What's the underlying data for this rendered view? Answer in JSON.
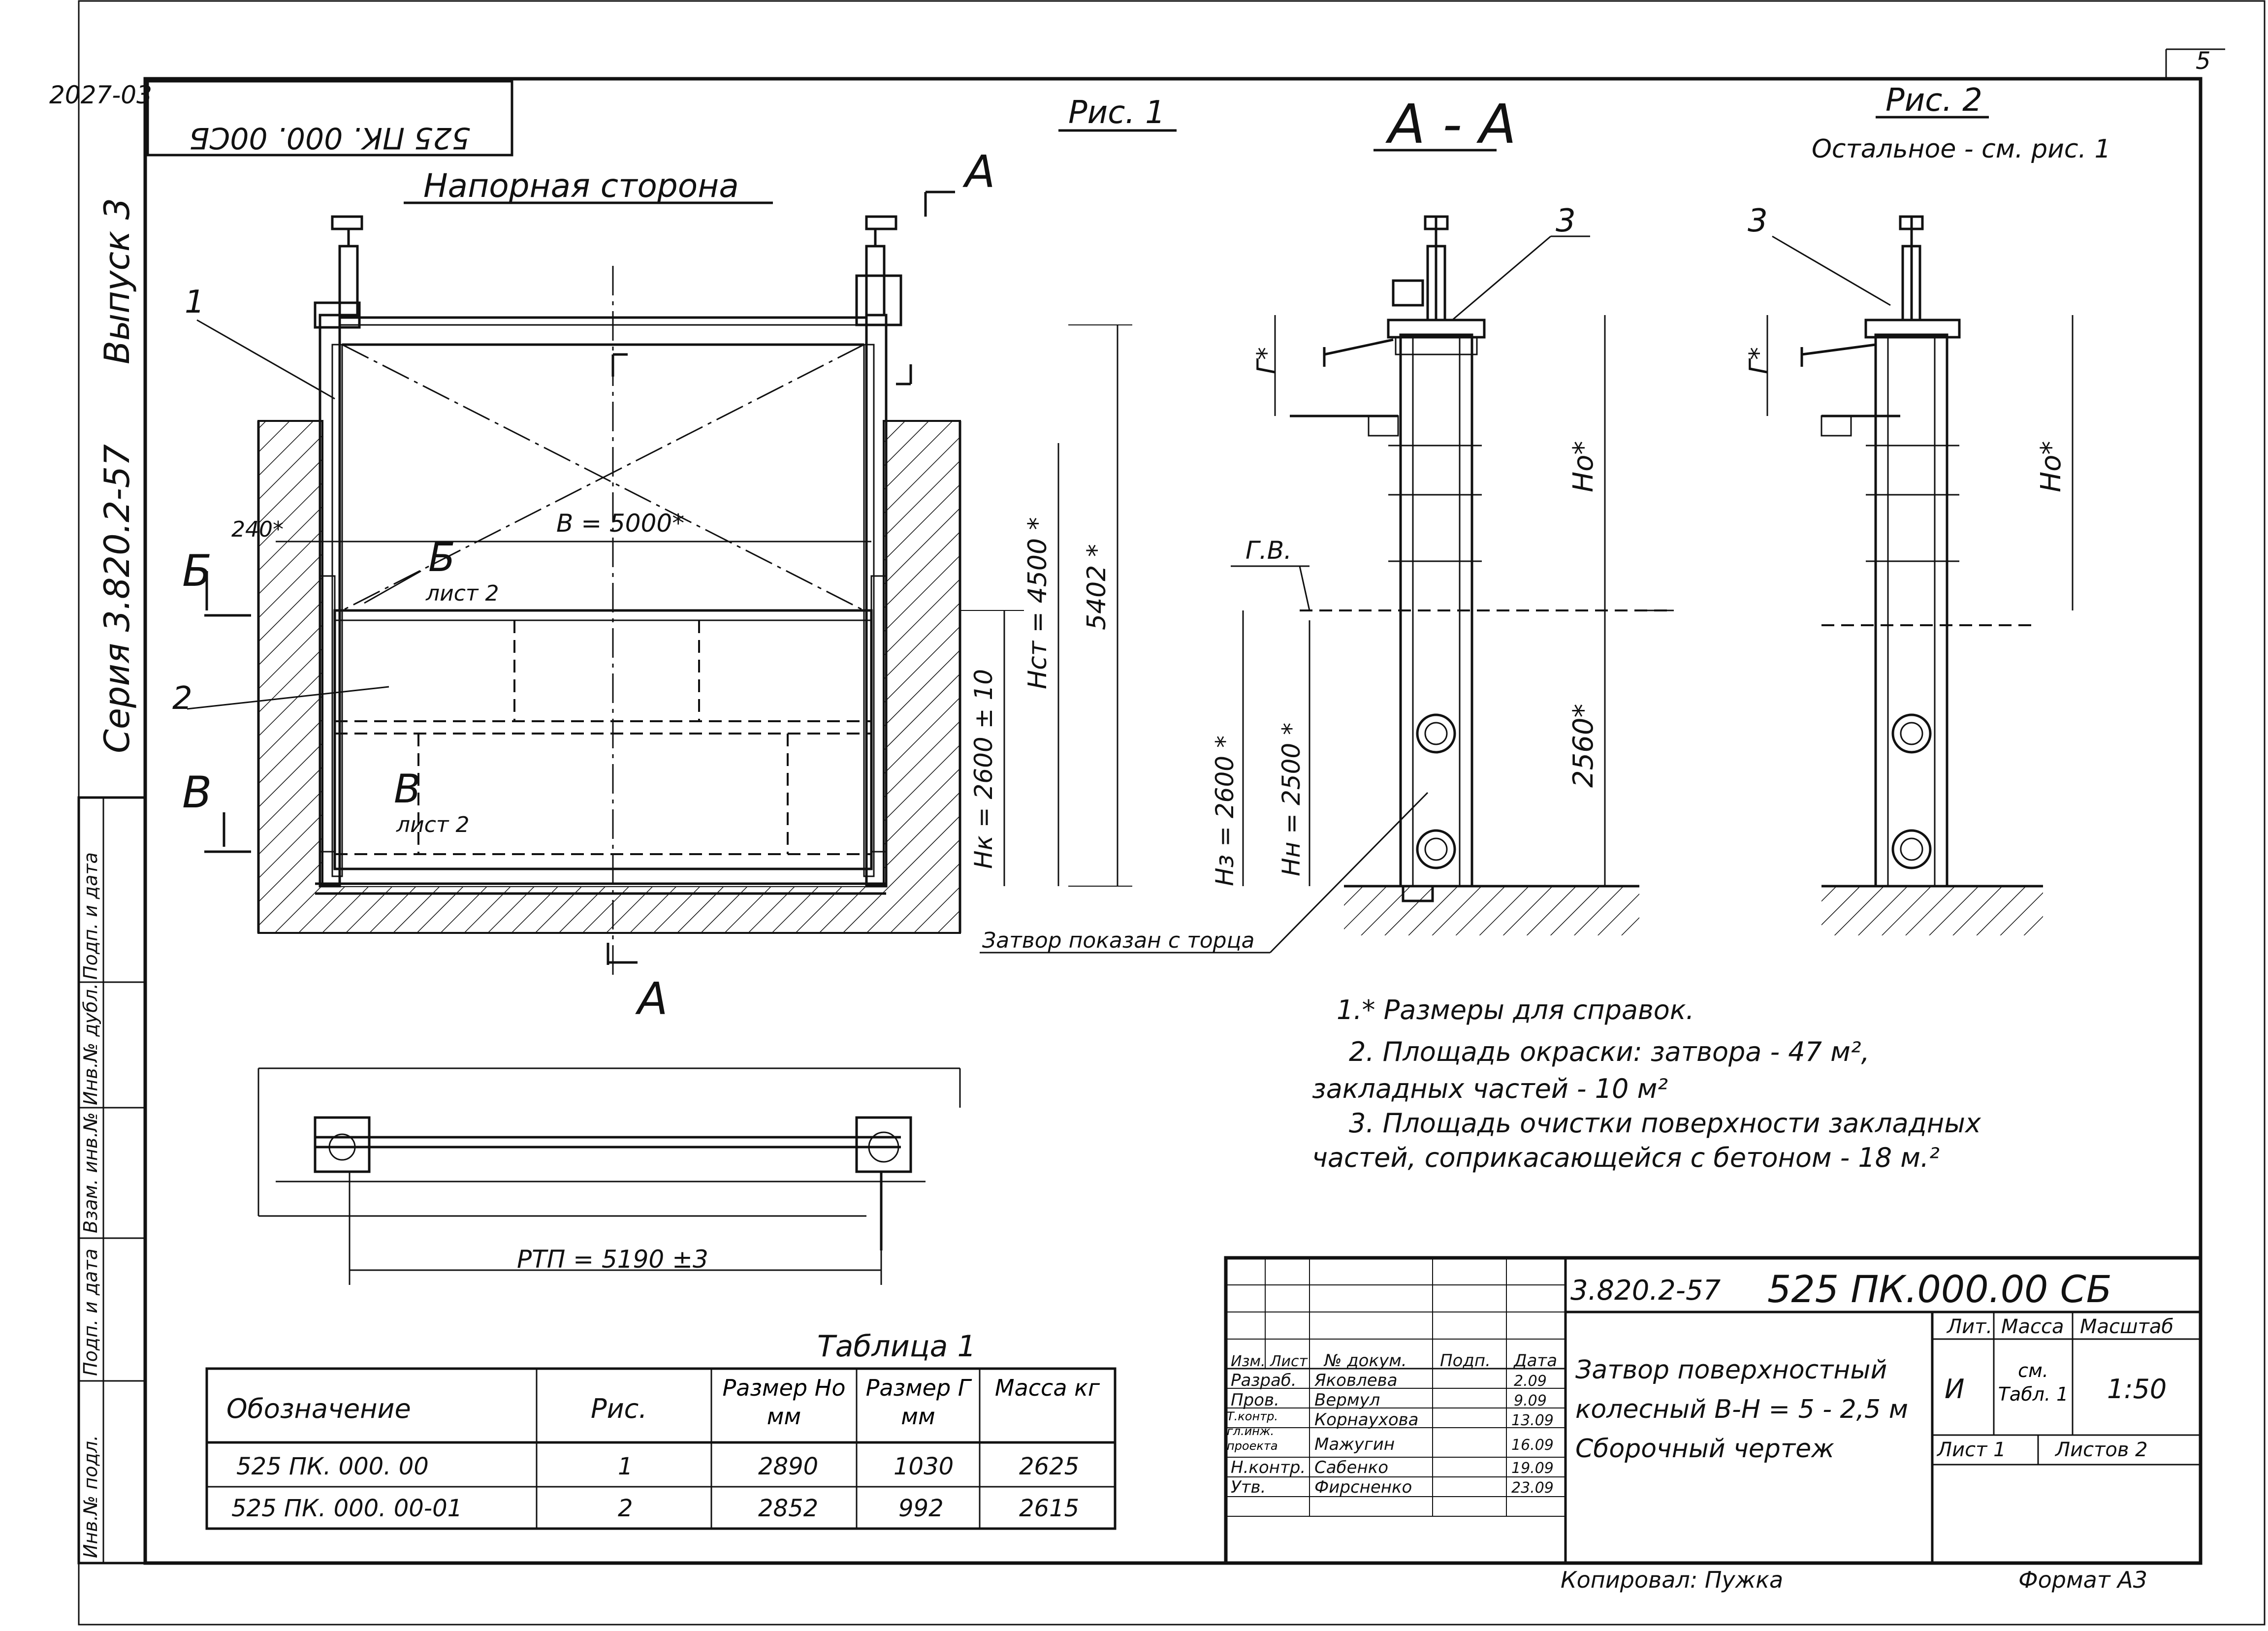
{
  "corner": {
    "archive_no": "2027-03",
    "sheet_no": "5"
  },
  "stamp_code": "525 ПК. 000. 00СБ",
  "margin_labels": {
    "issue": "Выпуск 3",
    "series": "Серия 3.820.2-57"
  },
  "side_columns": [
    "Подп. и дата",
    "Инв.№ дубл.",
    "Взам. инв.№",
    "Подп. и дата",
    "Инв.№ подл."
  ],
  "fig1": {
    "title": "Рис. 1",
    "side_label": "Напорная сторона",
    "section_letter": "А",
    "section_b": "Б",
    "section_v": "В",
    "sheet_ref_b": "лист 2",
    "sheet_ref_v": "лист 2",
    "callout_1": "1",
    "callout_2": "2",
    "dim_240": "240*",
    "dim_width": "В = 5000*",
    "dim_hst": "Нст = 4500 *",
    "dim_5402": "5402 *",
    "dim_hk": "Нк = 2600 ± 10"
  },
  "section_aa": {
    "title": "А - А",
    "callout_3": "3",
    "dim_g": "Г*",
    "dim_ho": "Но*",
    "water_level": "Г.В.",
    "dim_hz": "Нз = 2600 *",
    "dim_hn": "Нн = 2500 *",
    "dim_2560": "2560*",
    "note_end_view": "Затвор показан с торца"
  },
  "fig2": {
    "title": "Рис. 2",
    "subtitle": "Остальное - см. рис. 1",
    "callout_3": "3",
    "dim_g": "Г*",
    "dim_ho": "Но*"
  },
  "plan_view": {
    "dim_rtp": "РТП = 5190 ±3"
  },
  "notes": [
    "1.* Размеры для справок.",
    "2. Площадь окраски: затвора - 47 м²,",
    "закладных частей - 10 м²",
    "3. Площадь очистки поверхности закладных",
    "частей, соприкасающейся с бетоном - 18 м.²"
  ],
  "table1": {
    "caption": "Таблица 1",
    "headers": [
      "Обозначение",
      "Рис.",
      "Размер Но мм",
      "Размер Г мм",
      "Масса кг"
    ],
    "rows": [
      [
        "525 ПК. 000. 00",
        "1",
        "2890",
        "1030",
        "2625"
      ],
      [
        "525 ПК. 000. 00-01",
        "2",
        "2852",
        "992",
        "2615"
      ]
    ]
  },
  "title_block": {
    "series_code": "3.820.2-57",
    "doc_code": "525 ПК.000.00 СБ",
    "title_line1": "Затвор поверхностный",
    "title_line2": "колесный В-Н = 5 - 2,5 м",
    "title_line3": "Сборочный чертеж",
    "col_lit": "Лит.",
    "col_mass": "Масса",
    "col_scale": "Масштаб",
    "lit_value": "И",
    "mass_value": "см. Табл. 1",
    "scale_value": "1:50",
    "sheet": "Лист 1",
    "sheets": "Листов 2",
    "stamp_header": [
      "Изм.",
      "Лист",
      "№ докум.",
      "Подп.",
      "Дата"
    ],
    "signatures": [
      {
        "role": "Разраб.",
        "name": "Яковлева",
        "date": "2.09"
      },
      {
        "role": "Пров.",
        "name": "Вермул",
        "date": "9.09"
      },
      {
        "role": "Т.контр. гл.инж. проекта",
        "name": "Корнаухова",
        "date": "13.09"
      },
      {
        "role": "",
        "name": "Мажугин",
        "date": "16.09"
      },
      {
        "role": "Н.контр.",
        "name": "Сабенко",
        "date": "19.09"
      },
      {
        "role": "Утв.",
        "name": "Фирсненко",
        "date": "23.09"
      }
    ],
    "copied_by": "Копировал: Пужка",
    "format": "Формат А3"
  }
}
